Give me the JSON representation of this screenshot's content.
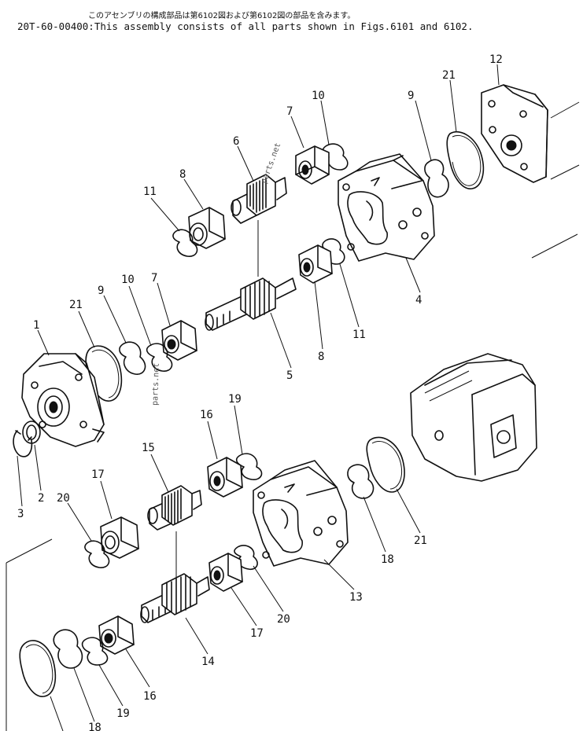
{
  "header": {
    "japanese_note": "このアセンブリの構成部品は第6102図および第6102図の部品を含みます。",
    "english_note": "20T-60-00400:This assembly consists of all parts shown in Figs.6101 and 6102."
  },
  "watermarks": [
    "parts.net",
    "parts.net"
  ],
  "callouts": [
    "12",
    "21",
    "9",
    "10",
    "7",
    "6",
    "8",
    "11",
    "4",
    "11",
    "8",
    "5",
    "7",
    "10",
    "9",
    "21",
    "1",
    "2",
    "3",
    "19",
    "16",
    "15",
    "17",
    "20",
    "13",
    "18",
    "21",
    "20",
    "17",
    "14",
    "16",
    "19",
    "18"
  ]
}
